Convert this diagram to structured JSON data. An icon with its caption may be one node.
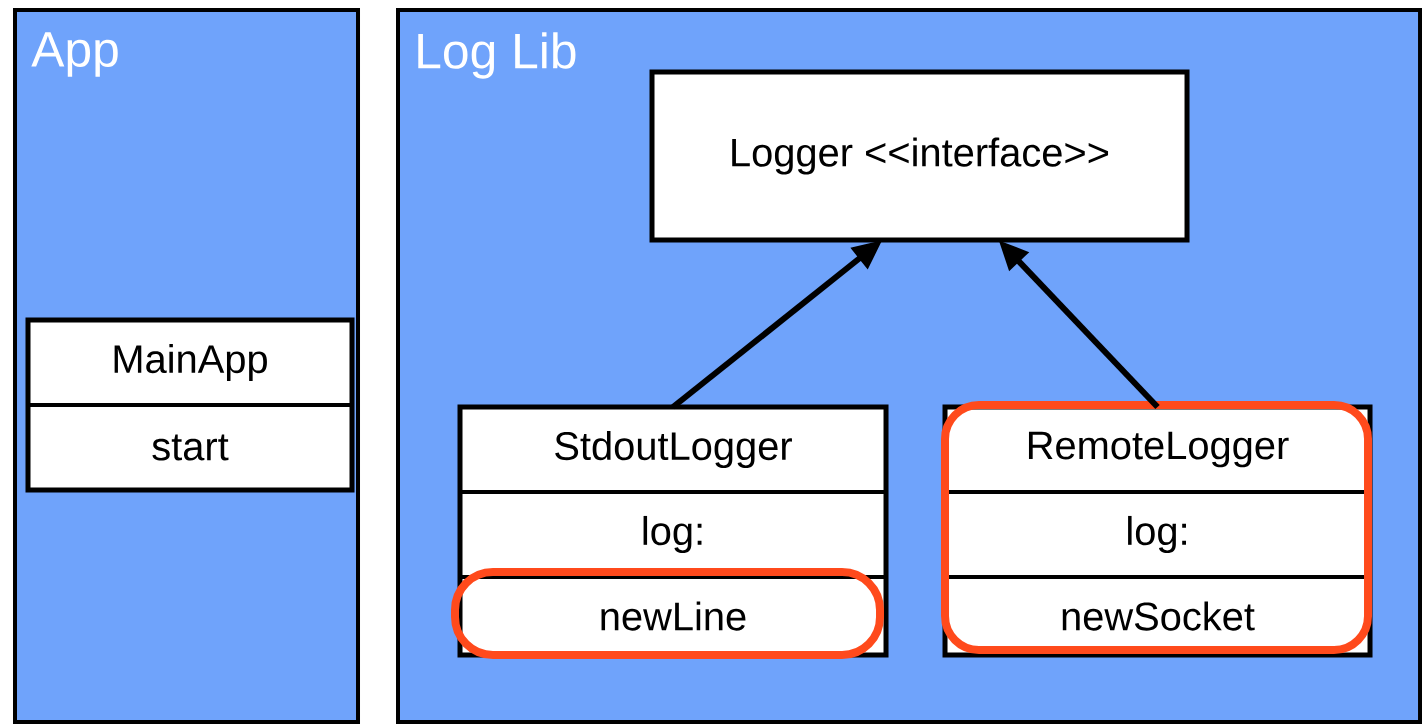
{
  "diagram": {
    "nodes": [
      {
        "text": [
          "App"
        ]
      },
      {
        "text": [
          "Log Lib"
        ]
      },
      {
        "text": [
          "MainApp",
          "start"
        ],
        "in": 0
      },
      {
        "text": [
          "Logger <<interface>>"
        ],
        "in": 1
      },
      {
        "text": [
          "StdoutLogger",
          "log:",
          "newLine"
        ],
        "in": 1
      },
      {
        "text": [
          "RemoteLogger",
          "log:",
          "newSocket"
        ],
        "in": 1
      }
    ],
    "edges": [
      {
        "from": 4,
        "to": 3,
        "arrow": "to"
      },
      {
        "from": 5,
        "to": 3,
        "arrow": "to"
      }
    ]
  }
}
